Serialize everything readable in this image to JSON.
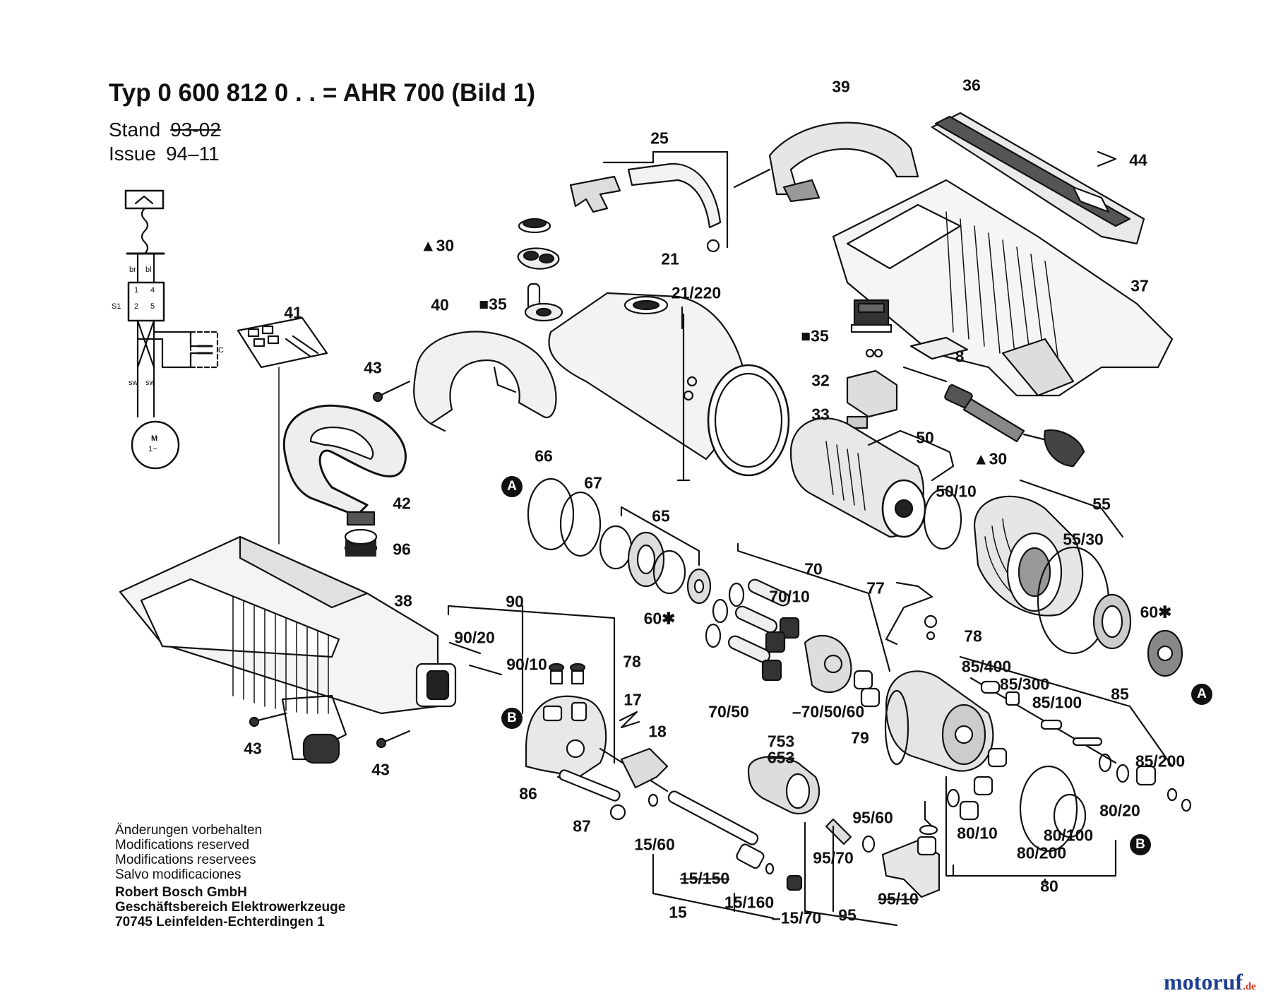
{
  "header": {
    "title": "Typ 0 600 812 0 . . = AHR 700 (Bild 1)",
    "stand_label": "Stand",
    "stand_value": "93-02",
    "issue_label": "Issue",
    "issue_value": "94–11"
  },
  "wiring": {
    "switch_label": "S1",
    "wire_br": "br",
    "wire_bl": "bl",
    "wire_sw_left": "sw",
    "wire_sw_right": "sw",
    "t1": "1",
    "t2": "2",
    "t4": "4",
    "t5": "5",
    "cap_label": "C",
    "motor_label": "M",
    "motor_sub": "1~"
  },
  "labels": {
    "p39": "39",
    "p36": "36",
    "p25": "25",
    "p44": "44",
    "p30a": "▲30",
    "p21": "21",
    "p21_220": "21/220",
    "p37": "37",
    "p40": "40",
    "p35a": "■35",
    "p35b": "■35",
    "p41": "41",
    "p8": "8",
    "p43a": "43",
    "p32": "32",
    "p33": "33",
    "p50": "50",
    "p30b": "▲30",
    "p66": "66",
    "p67": "67",
    "p50_10": "50/10",
    "p55": "55",
    "p42": "42",
    "p65": "65",
    "p55_30": "55/30",
    "p96": "96",
    "p70": "70",
    "p70_10": "70/10",
    "p77": "77",
    "p60a": "60✱",
    "p60b": "60✱",
    "p38": "38",
    "p90": "90",
    "p90_20": "90/20",
    "p78a": "78",
    "p78b": "78",
    "p85_400": "85/400",
    "p90_10": "90/10",
    "p85_300": "85/300",
    "p85_100": "85/100",
    "p85": "85",
    "p17": "17",
    "p70_50": "70/50",
    "p70_50_60": "–70/50/60",
    "p18": "18",
    "p79": "79",
    "p43b": "43",
    "p43c": "43",
    "p753": "753",
    "p653": "653",
    "p85_200": "85/200",
    "p86": "86",
    "p80_20": "80/20",
    "p95_60": "95/60",
    "p87": "87",
    "p80_10": "80/10",
    "p80_100": "80/100",
    "p15_60": "15/60",
    "p95_70": "95/70",
    "p80_200": "80/200",
    "p15_150": "15/150",
    "p80": "80",
    "p15_160": "15/160",
    "p95_10": "95/10",
    "p15": "15",
    "p15_70": "–15/70",
    "p95": "95"
  },
  "markers": {
    "a1": "A",
    "a2": "A",
    "b1": "B",
    "b2": "B"
  },
  "footer": {
    "line1": "Änderungen vorbehalten",
    "line2": "Modifications reserved",
    "line3": "Modifications reservees",
    "line4": "Salvo modificaciones",
    "line5": "Robert Bosch GmbH",
    "line6": "Geschäftsbereich Elektrowerkzeuge",
    "line7": "70745 Leinfelden-Echterdingen 1"
  },
  "brand": {
    "name": "motoruf",
    "tld": ".de"
  }
}
